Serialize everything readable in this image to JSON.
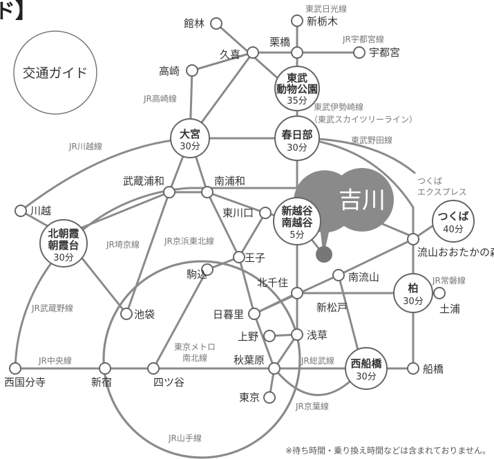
{
  "header": {
    "title_fragment": "ド】",
    "guide_label": "交通ガイド"
  },
  "destination": {
    "name": "吉川",
    "accent": "#8a8a8a"
  },
  "hubs": {
    "omiya": {
      "lines": [
        "大宮"
      ],
      "time": "30分"
    },
    "kasukabe": {
      "lines": [
        "春日部"
      ],
      "time": "30分"
    },
    "tobu_zoo": {
      "lines": [
        "東武",
        "動物公園"
      ],
      "time": "35分"
    },
    "koshigaya": {
      "lines": [
        "新越谷",
        "南越谷"
      ],
      "time": "5分"
    },
    "kitaasaka": {
      "lines": [
        "北朝霞",
        "朝霞台"
      ],
      "time": "30分"
    },
    "kashiwa": {
      "lines": [
        "柏"
      ],
      "time": "30分"
    },
    "tsukuba": {
      "lines": [
        "つくば"
      ],
      "time": "40分"
    },
    "nishifuna": {
      "lines": [
        "西船橋"
      ],
      "time": "30分"
    }
  },
  "stations": {
    "tatebayashi": "館林",
    "shin_tochigi": "新栃木",
    "kurihashi": "栗橋",
    "utsunomiya": "宇都宮",
    "kuki": "久喜",
    "takasaki": "高崎",
    "kawagoe": "川越",
    "musashi_urawa": "武蔵浦和",
    "minami_urawa": "南浦和",
    "higashi_kawaguchi": "東川口",
    "oji": "王子",
    "komagome": "駒込",
    "kita_senju": "北千住",
    "minami_nagareyama": "南流山",
    "shin_matsudo": "新松戸",
    "nippori": "日暮里",
    "ueno": "上野",
    "asakusa": "浅草",
    "akihabara": "秋葉原",
    "tokyo": "東京",
    "ikebukuro": "池袋",
    "shinjuku": "新宿",
    "yotsuya": "四ツ谷",
    "nishikokubunji": "西国分寺",
    "funabashi": "船橋",
    "tsuchiura": "土浦",
    "nagareyama_otakanomori": "流山おおたかの森"
  },
  "lines": {
    "tobu_nikko": "東武日光線",
    "jr_utsunomiya": "JR宇都宮線",
    "jr_takasaki": "JR高崎線",
    "tobu_isesaki": "東武伊勢崎線",
    "tobu_skytree": "（東武スカイツリーライン）",
    "tobu_noda": "東武野田線",
    "jr_kawagoe": "JR川越線",
    "tsukuba_express_1": "つくば",
    "tsukuba_express_2": "エクスプレス",
    "jr_saikyo": "JR埼京線",
    "jr_keihin_tohoku": "JR京浜東北線",
    "jr_joban": "JR常磐線",
    "jr_musashino": "JR武蔵野線",
    "tokyo_metro_1": "東京メトロ",
    "tokyo_metro_2": "南北線",
    "jr_chuo": "JR中央線",
    "jr_sobu": "JR総武線",
    "jr_keiyo": "JR京葉線",
    "jr_yamanote": "JR山手線"
  },
  "footer": {
    "note": "※待ち時間・乗り換え時間などは含まれておりません。"
  }
}
